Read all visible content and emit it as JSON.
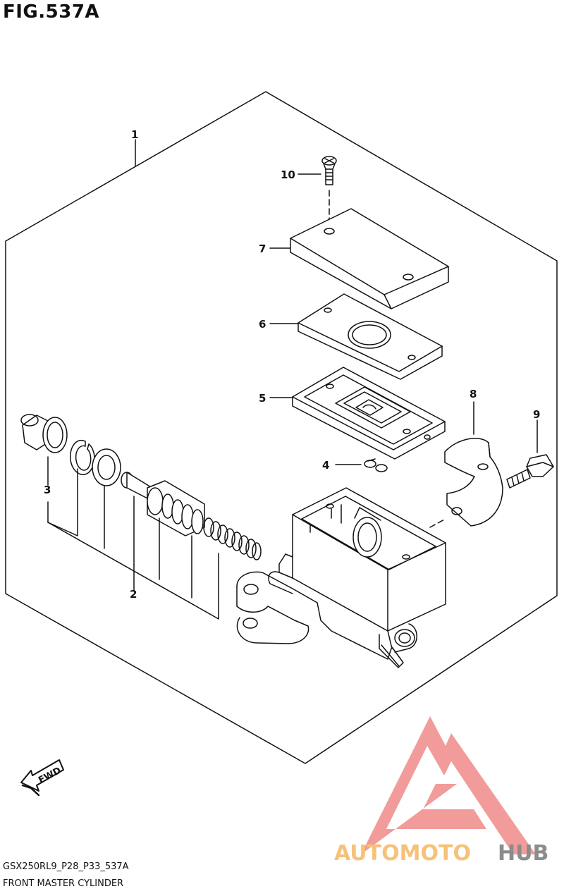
{
  "figure": {
    "title": "FIG.537A",
    "model_code": "GSX250RL9_P28_P33_537A",
    "description": "FRONT MASTER CYLINDER"
  },
  "callouts": {
    "c1": "1",
    "c2": "2",
    "c3": "3",
    "c4": "4",
    "c5": "5",
    "c6": "6",
    "c7": "7",
    "c8": "8",
    "c9": "9",
    "c10": "10"
  },
  "fwd_label": "FWD",
  "watermark": {
    "part1": "AUTOMOTO",
    "part2": "HUB",
    "colors": {
      "triangle": "#f08a8a",
      "part1": "#f6c27a",
      "part2": "#8c8c8c"
    }
  }
}
